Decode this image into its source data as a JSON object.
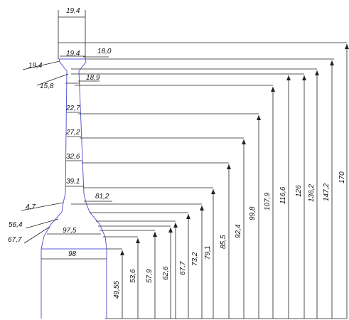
{
  "drawing": {
    "section_widths": {
      "top_overall": "19,4",
      "top": "19,4",
      "top_side_left": "19,4",
      "top_side_right": "18,0",
      "neck_left": "15,8",
      "neck": "18,9",
      "w1": "22,7",
      "w2": "27,2",
      "w3": "32,6",
      "w4": "39,1",
      "base_side_left": "4,7",
      "base_side_right": "81,2",
      "base_upper_left": "56,4",
      "base_mid": "97,5",
      "base_lower_left": "67,7",
      "base_bottom": "98"
    },
    "heights": [
      "49,55",
      "53,6",
      "57,9",
      "62,6",
      "67,7",
      "73,2",
      "79,1",
      "85,5",
      "92,4",
      "99,8",
      "107,9",
      "116,6",
      "126",
      "136,2",
      "147,2",
      "170"
    ]
  }
}
